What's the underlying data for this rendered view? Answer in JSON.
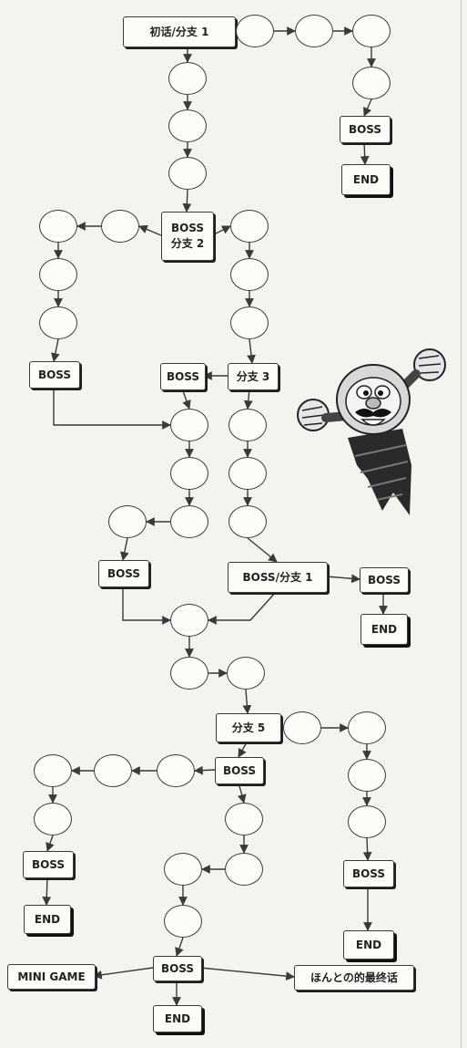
{
  "labels": {
    "start": "初话/分支 1",
    "boss": "BOSS",
    "boss_branch2": "BOSS\n分支 2",
    "branch3": "分支 3",
    "boss_branch1": "BOSS/分支 1",
    "branch5": "分支 5",
    "end": "END",
    "mini_game": "MINI GAME",
    "true_final": "ほんとの的最终话"
  },
  "colors": {
    "line": "#3a3a3a",
    "paper": "#f3f3ef",
    "box_fill": "#fbfbf8"
  },
  "mascot": {
    "icon": "wario-drill-icon"
  }
}
